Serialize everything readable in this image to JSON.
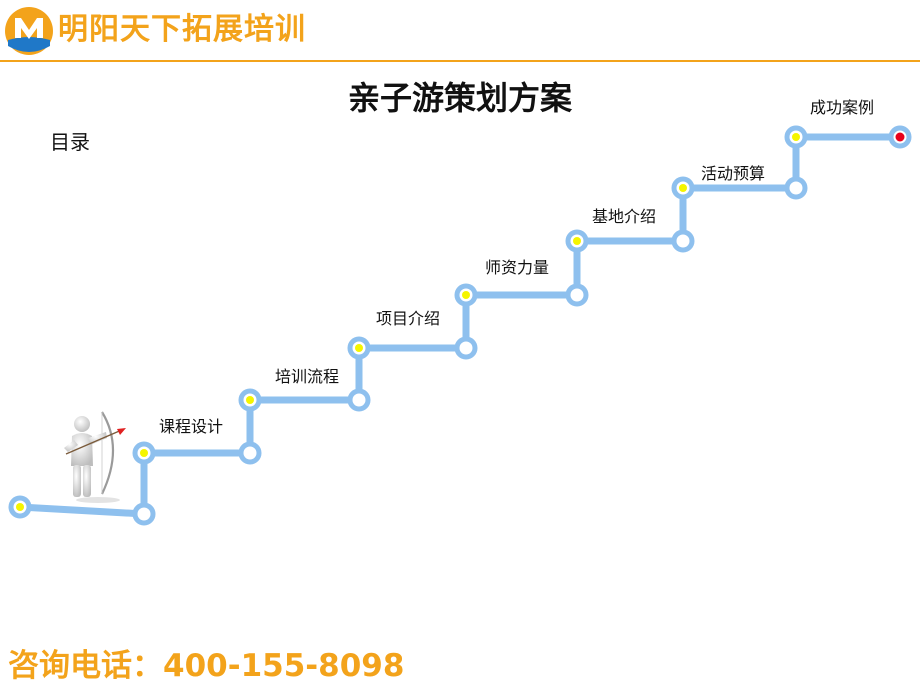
{
  "header": {
    "logo_icon": "m-logo-icon",
    "brand": "明阳天下拓展培训",
    "accent_color": "#f3a31b"
  },
  "title": "亲子游策划方案",
  "toc_label": "目录",
  "steps": [
    {
      "label": "课程设计"
    },
    {
      "label": "培训流程"
    },
    {
      "label": "项目介绍"
    },
    {
      "label": "师资力量"
    },
    {
      "label": "基地介绍"
    },
    {
      "label": "活动预算"
    },
    {
      "label": "成功案例"
    }
  ],
  "illustration_icon": "archer-figure-icon",
  "path_color": "#8ec0ee",
  "node_dot_color": "#f5f500",
  "end_dot_color": "#e8001c",
  "footer": "咨询电话：400-155-8098"
}
